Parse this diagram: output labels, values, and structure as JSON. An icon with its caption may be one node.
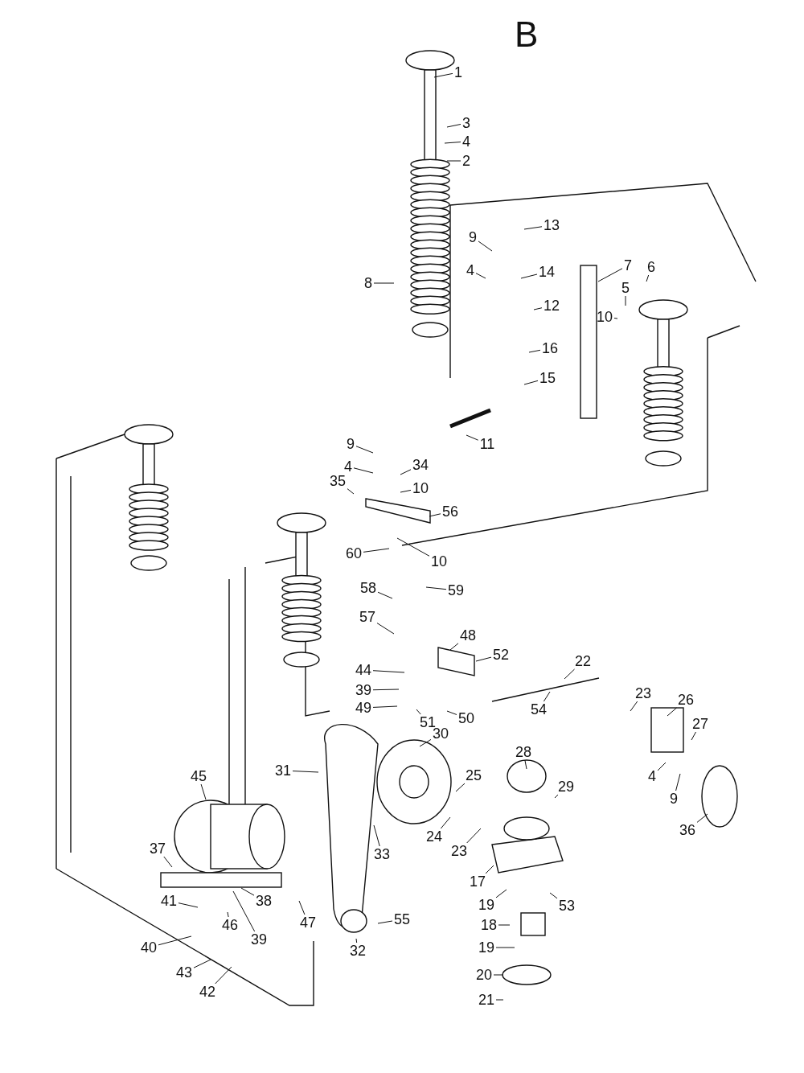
{
  "diagram": {
    "title": "B",
    "nodes": [
      {
        "text": [
          "1"
        ]
      },
      {
        "text": [
          "3"
        ]
      },
      {
        "text": [
          "4"
        ]
      },
      {
        "text": [
          "2"
        ]
      },
      {
        "text": [
          "8"
        ]
      },
      {
        "text": [
          "13"
        ]
      },
      {
        "text": [
          "9"
        ]
      },
      {
        "text": [
          "4"
        ]
      },
      {
        "text": [
          "14"
        ]
      },
      {
        "text": [
          "12"
        ]
      },
      {
        "text": [
          "7"
        ]
      },
      {
        "text": [
          "10"
        ]
      },
      {
        "text": [
          "5"
        ]
      },
      {
        "text": [
          "6"
        ]
      },
      {
        "text": [
          "16"
        ]
      },
      {
        "text": [
          "15"
        ]
      },
      {
        "text": [
          "11"
        ]
      },
      {
        "text": [
          "9"
        ]
      },
      {
        "text": [
          "4"
        ]
      },
      {
        "text": [
          "34"
        ]
      },
      {
        "text": [
          "10"
        ]
      },
      {
        "text": [
          "35"
        ]
      },
      {
        "text": [
          "56"
        ]
      },
      {
        "text": [
          "60"
        ]
      },
      {
        "text": [
          "10"
        ]
      },
      {
        "text": [
          "59"
        ]
      },
      {
        "text": [
          "58"
        ]
      },
      {
        "text": [
          "57"
        ]
      },
      {
        "text": [
          "48"
        ]
      },
      {
        "text": [
          "44"
        ]
      },
      {
        "text": [
          "52"
        ]
      },
      {
        "text": [
          "39"
        ]
      },
      {
        "text": [
          "49"
        ]
      },
      {
        "text": [
          "50"
        ]
      },
      {
        "text": [
          "51"
        ]
      },
      {
        "text": [
          "22"
        ]
      },
      {
        "text": [
          "54"
        ]
      },
      {
        "text": [
          "23"
        ]
      },
      {
        "text": [
          "26"
        ]
      },
      {
        "text": [
          "27"
        ]
      },
      {
        "text": [
          "4"
        ]
      },
      {
        "text": [
          "9"
        ]
      },
      {
        "text": [
          "36"
        ]
      },
      {
        "text": [
          "28"
        ]
      },
      {
        "text": [
          "29"
        ]
      },
      {
        "text": [
          "30"
        ]
      },
      {
        "text": [
          "25"
        ]
      },
      {
        "text": [
          "31"
        ]
      },
      {
        "text": [
          "45"
        ]
      },
      {
        "text": [
          "33"
        ]
      },
      {
        "text": [
          "24"
        ]
      },
      {
        "text": [
          "23"
        ]
      },
      {
        "text": [
          "17"
        ]
      },
      {
        "text": [
          "19"
        ]
      },
      {
        "text": [
          "53"
        ]
      },
      {
        "text": [
          "18"
        ]
      },
      {
        "text": [
          "19"
        ]
      },
      {
        "text": [
          "20"
        ]
      },
      {
        "text": [
          "21"
        ]
      },
      {
        "text": [
          "37"
        ]
      },
      {
        "text": [
          "41"
        ]
      },
      {
        "text": [
          "38"
        ]
      },
      {
        "text": [
          "46"
        ]
      },
      {
        "text": [
          "39"
        ]
      },
      {
        "text": [
          "47"
        ]
      },
      {
        "text": [
          "32"
        ]
      },
      {
        "text": [
          "55"
        ]
      },
      {
        "text": [
          "40"
        ]
      },
      {
        "text": [
          "43"
        ]
      },
      {
        "text": [
          "42"
        ]
      }
    ],
    "edges": [
      {
        "from": 0,
        "to": null,
        "arrow": "none"
      },
      {
        "from": 1,
        "to": null,
        "arrow": "none"
      },
      {
        "from": 2,
        "to": null,
        "arrow": "none"
      },
      {
        "from": 3,
        "to": null,
        "arrow": "none"
      },
      {
        "from": 4,
        "to": null,
        "arrow": "none"
      },
      {
        "from": 5,
        "to": null,
        "arrow": "none"
      },
      {
        "from": 6,
        "to": null,
        "arrow": "none"
      },
      {
        "from": 7,
        "to": null,
        "arrow": "none"
      },
      {
        "from": 8,
        "to": null,
        "arrow": "none"
      },
      {
        "from": 9,
        "to": null,
        "arrow": "none"
      },
      {
        "from": 10,
        "to": null,
        "arrow": "none"
      },
      {
        "from": 11,
        "to": null,
        "arrow": "none"
      },
      {
        "from": 12,
        "to": null,
        "arrow": "none"
      },
      {
        "from": 13,
        "to": null,
        "arrow": "none"
      },
      {
        "from": 14,
        "to": null,
        "arrow": "none"
      },
      {
        "from": 15,
        "to": null,
        "arrow": "none"
      },
      {
        "from": 16,
        "to": null,
        "arrow": "none"
      },
      {
        "from": 17,
        "to": null,
        "arrow": "none"
      },
      {
        "from": 18,
        "to": null,
        "arrow": "none"
      },
      {
        "from": 19,
        "to": null,
        "arrow": "none"
      },
      {
        "from": 20,
        "to": null,
        "arrow": "none"
      },
      {
        "from": 21,
        "to": null,
        "arrow": "none"
      },
      {
        "from": 22,
        "to": null,
        "arrow": "none"
      },
      {
        "from": 23,
        "to": null,
        "arrow": "none"
      },
      {
        "from": 24,
        "to": null,
        "arrow": "none"
      },
      {
        "from": 25,
        "to": null,
        "arrow": "none"
      },
      {
        "from": 26,
        "to": null,
        "arrow": "none"
      },
      {
        "from": 27,
        "to": null,
        "arrow": "none"
      },
      {
        "from": 28,
        "to": null,
        "arrow": "none"
      },
      {
        "from": 29,
        "to": null,
        "arrow": "none"
      },
      {
        "from": 30,
        "to": null,
        "arrow": "none"
      },
      {
        "from": 31,
        "to": null,
        "arrow": "none"
      },
      {
        "from": 32,
        "to": null,
        "arrow": "none"
      },
      {
        "from": 33,
        "to": null,
        "arrow": "none"
      },
      {
        "from": 34,
        "to": null,
        "arrow": "none"
      },
      {
        "from": 35,
        "to": null,
        "arrow": "none"
      },
      {
        "from": 36,
        "to": null,
        "arrow": "none"
      },
      {
        "from": 37,
        "to": null,
        "arrow": "none"
      },
      {
        "from": 38,
        "to": null,
        "arrow": "none"
      },
      {
        "from": 39,
        "to": null,
        "arrow": "none"
      },
      {
        "from": 40,
        "to": null,
        "arrow": "none"
      },
      {
        "from": 41,
        "to": null,
        "arrow": "none"
      },
      {
        "from": 42,
        "to": null,
        "arrow": "none"
      },
      {
        "from": 43,
        "to": null,
        "arrow": "none"
      },
      {
        "from": 44,
        "to": null,
        "arrow": "none"
      },
      {
        "from": 45,
        "to": null,
        "arrow": "none"
      },
      {
        "from": 46,
        "to": null,
        "arrow": "none"
      },
      {
        "from": 47,
        "to": null,
        "arrow": "none"
      },
      {
        "from": 48,
        "to": null,
        "arrow": "none"
      },
      {
        "from": 49,
        "to": null,
        "arrow": "none"
      },
      {
        "from": 50,
        "to": null,
        "arrow": "none"
      },
      {
        "from": 51,
        "to": null,
        "arrow": "none"
      },
      {
        "from": 52,
        "to": null,
        "arrow": "none"
      },
      {
        "from": 53,
        "to": null,
        "arrow": "none"
      },
      {
        "from": 54,
        "to": null,
        "arrow": "none"
      },
      {
        "from": 55,
        "to": null,
        "arrow": "none"
      },
      {
        "from": 56,
        "to": null,
        "arrow": "none"
      },
      {
        "from": 57,
        "to": null,
        "arrow": "none"
      },
      {
        "from": 58,
        "to": null,
        "arrow": "none"
      },
      {
        "from": 59,
        "to": null,
        "arrow": "none"
      },
      {
        "from": 60,
        "to": null,
        "arrow": "none"
      },
      {
        "from": 61,
        "to": null,
        "arrow": "none"
      },
      {
        "from": 62,
        "to": null,
        "arrow": "none"
      },
      {
        "from": 63,
        "to": null,
        "arrow": "none"
      },
      {
        "from": 64,
        "to": null,
        "arrow": "none"
      },
      {
        "from": 65,
        "to": null,
        "arrow": "none"
      },
      {
        "from": 66,
        "to": null,
        "arrow": "none"
      },
      {
        "from": 67,
        "to": null,
        "arrow": "none"
      },
      {
        "from": 68,
        "to": null,
        "arrow": "none"
      },
      {
        "from": 69,
        "to": null,
        "arrow": "none"
      }
    ]
  }
}
